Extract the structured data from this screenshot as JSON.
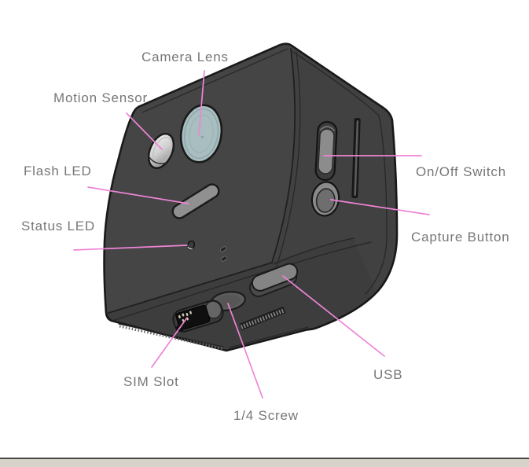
{
  "diagram": {
    "subject": "spy camera parts diagram",
    "labels": [
      {
        "id": "camera-lens",
        "text": "Camera Lens"
      },
      {
        "id": "motion-sensor",
        "text": "Motion Sensor"
      },
      {
        "id": "flash-led",
        "text": "Flash LED"
      },
      {
        "id": "status-led",
        "text": "Status LED"
      },
      {
        "id": "sim-slot",
        "text": "SIM Slot"
      },
      {
        "id": "quarter-screw",
        "text": "1/4 Screw"
      },
      {
        "id": "usb",
        "text": "USB"
      },
      {
        "id": "capture-button",
        "text": "Capture Button"
      },
      {
        "id": "on-off-switch",
        "text": "On/Off Switch"
      }
    ]
  },
  "colors": {
    "body_fill": "#454545",
    "outline_stroke": "#1a1a1a",
    "lens_fill": "#a8bec0",
    "label_text": "#777777",
    "leader_line": "#ee84d7",
    "footer_strip": "#d7d3cb",
    "footer_line": "#4b4947",
    "page_bg": "#ffffff"
  }
}
